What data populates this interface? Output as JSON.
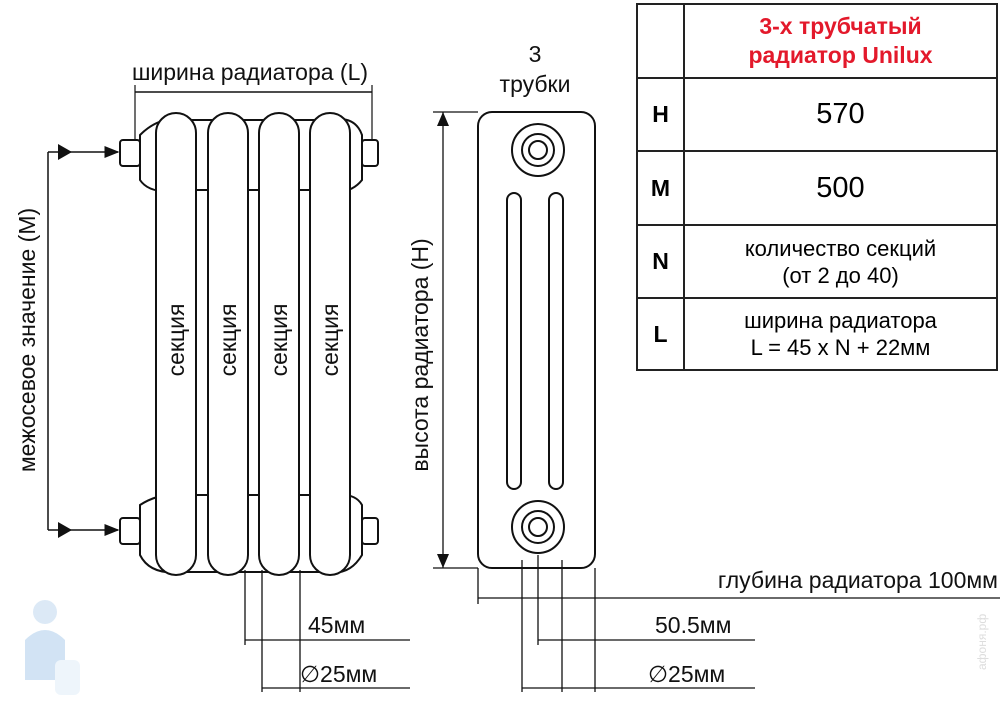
{
  "front_view": {
    "width_label": "ширина радиатора (L)",
    "axis_label": "межосевое значение (M)",
    "section_labels": [
      "секция",
      "секция",
      "секция",
      "секция"
    ],
    "dim_pitch": "45мм",
    "dim_tube_diameter": "∅25мм"
  },
  "side_view": {
    "tubes_count": "3",
    "tubes_word": "трубки",
    "height_label": "высота радиатора  (H)",
    "depth_label": "глубина радиатора 100мм",
    "dim_offset": "50.5мм",
    "dim_tube_diameter": "∅25мм"
  },
  "table": {
    "title_line1": "3-х трубчатый",
    "title_line2": "радиатор Unilux",
    "rows": [
      {
        "key": "H",
        "line1": "570",
        "line2": ""
      },
      {
        "key": "M",
        "line1": "500",
        "line2": ""
      },
      {
        "key": "N",
        "line1": "количество секций",
        "line2": "(от 2 до 40)"
      },
      {
        "key": "L",
        "line1": "ширина радиатора",
        "line2": "L = 45 x N + 22мм"
      }
    ]
  },
  "watermark": "афоня.рф",
  "colors": {
    "title_red": "#e3192b",
    "line": "#111111"
  }
}
